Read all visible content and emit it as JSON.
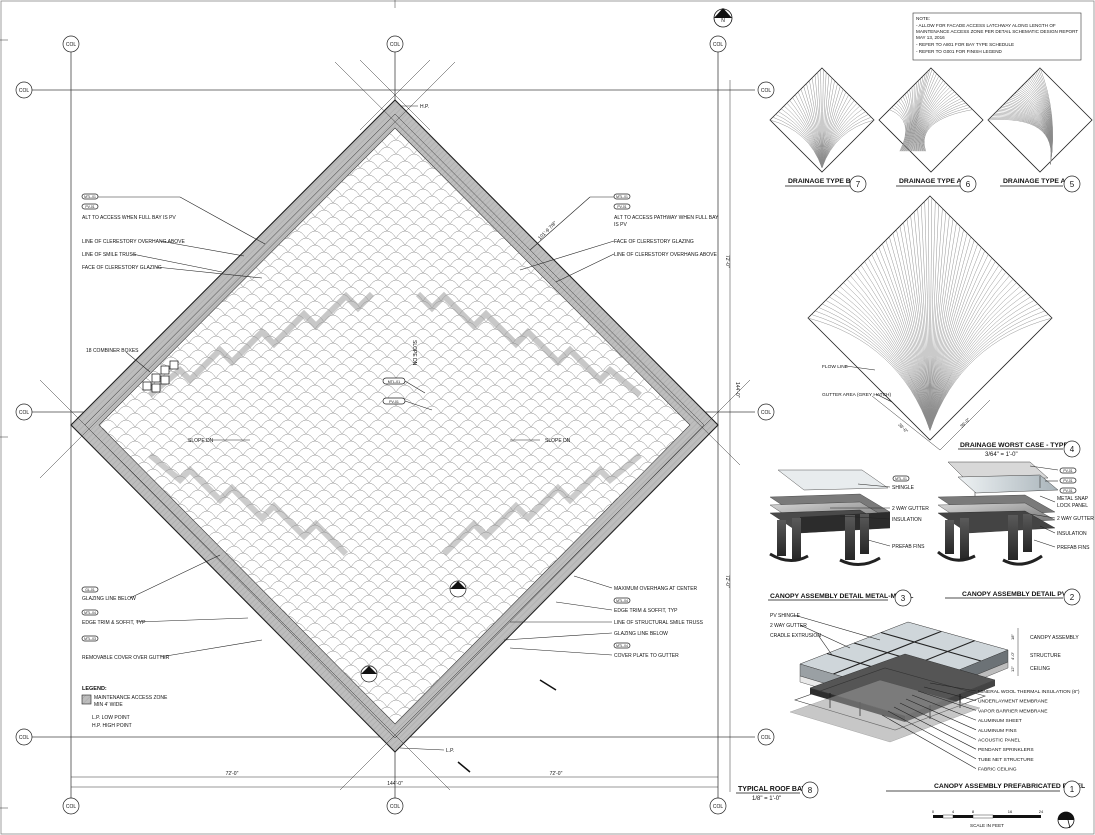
{
  "note": {
    "heading": "NOTE:",
    "lines": [
      "- ALLOW FOR FACADE ACCESS LATCHWAY ALONG LENGTH OF",
      "MAINTENANCE ACCESS ZONE PER DETAIL SCHEMATIC DESIGN REPORT",
      "MAY 13, 2016",
      "- REFER TO A801 FOR BAY TYPE SCHEDULE",
      "- REFER TO G001 FOR FINISH LEGEND"
    ]
  },
  "grid": {
    "col_label": "COL"
  },
  "plan": {
    "hp": "H.P.",
    "lp": "L.P.",
    "slope_left": "SLOPE DN",
    "slope_right": "SLOPE DN",
    "slope_vertical": "SLOPE DN",
    "combiner": "18 COMBINER BOXES",
    "dim_bottom_left": "72'-0\"",
    "dim_bottom_right": "72'-0\"",
    "dim_total": "144'-0\"",
    "dim_right_top": "72'-0\"",
    "dim_right_bottom": "72'-0\"",
    "dim_right_total": "144'-0\"",
    "dim_diag": "101'-9 7/8\"",
    "callouts_left": [
      {
        "tag": "MTL-01",
        "text": "ALT TO ACCESS WHEN FULL BAY IS PV"
      },
      {
        "tag": "PV-01",
        "text": ""
      },
      {
        "tag": "",
        "text": "LINE OF CLERESTORY OVERHANG ABOVE"
      },
      {
        "tag": "",
        "text": "LINE OF SMILE TRUSS"
      },
      {
        "tag": "",
        "text": "FACE OF CLERESTORY GLAZING"
      }
    ],
    "callouts_right": [
      {
        "tag": "MTL-01",
        "text": "ALT TO ACCESS PATHWAY WHEN FULL BAY"
      },
      {
        "tag": "PV-01",
        "text": "IS PV"
      },
      {
        "tag": "",
        "text": "FACE OF CLERESTORY GLAZING"
      },
      {
        "tag": "",
        "text": "LINE OF CLERESTORY OVERHANG ABOVE"
      }
    ],
    "lower_left": [
      {
        "tag": "GL-01",
        "text": "GLAZING LINE BELOW"
      },
      {
        "tag": "MTL-04",
        "text": "EDGE TRIM & SOFFIT, TYP"
      },
      {
        "tag": "MTL-03",
        "text": "REMOVABLE COVER OVER GUTTER"
      }
    ],
    "lower_right": [
      "MAXIMUM OVERHANG AT CENTER",
      "EDGE TRIM & SOFFIT, TYP",
      "LINE OF STRUCTURAL SMILE TRUSS",
      "GLAZING LINE BELOW",
      "COVER PLATE TO GUTTER"
    ],
    "center_tags": [
      "MTL-01",
      "PV-01"
    ]
  },
  "legend": {
    "heading": "LEGEND:",
    "swatch_label_1": "MAINTENANCE ACCESS ZONE",
    "swatch_label_2": "MIN 4' WIDE",
    "lp": "L.P. LOW POINT",
    "hp": "H.P. HIGH POINT"
  },
  "titles": {
    "typical_roof_bay": "TYPICAL ROOF BAY",
    "typical_roof_bay_scale": "1/8\" = 1'-0\"",
    "typical_roof_bay_num": "8",
    "drainage_b1": "DRAINAGE TYPE B1",
    "drainage_b1_num": "7",
    "drainage_a2": "DRAINAGE TYPE A2",
    "drainage_a2_num": "6",
    "drainage_a1": "DRAINAGE TYPE A1",
    "drainage_a1_num": "5",
    "worst_case": "DRAINAGE WORST CASE - TYPE B1",
    "worst_case_scale": "3/64\" = 1'-0\"",
    "worst_case_num": "4",
    "metal_metal": "CANOPY ASSEMBLY DETAIL METAL-METAL",
    "metal_metal_num": "3",
    "pv_pv": "CANOPY ASSEMBLY DETAIL PV-PV",
    "pv_pv_num": "2",
    "prefab": "CANOPY ASSEMBLY PREFABRICATED PANEL",
    "prefab_num": "1"
  },
  "worst_case_labels": {
    "flow": "FLOW LINE",
    "gutter": "GUTTER AREA (GREY HATCH)",
    "dim_left": "36'-0\"",
    "dim_right": "36'-0\""
  },
  "metal_detail": {
    "tag": "MTL-01",
    "labels": [
      "SHINGLE",
      "2 WAY GUTTER",
      "INSULATION",
      "PREFAB FINS"
    ]
  },
  "pv_detail": {
    "tags": [
      "PV-01",
      "PV-01",
      "PV-01"
    ],
    "labels": [
      "METAL SNAP",
      "LOCK PANEL",
      "2 WAY GUTTER",
      "INSULATION",
      "PREFAB FINS"
    ]
  },
  "prefab_detail": {
    "top_labels": [
      "PV SHINGLE",
      "2 WAY GUTTER",
      "CRADLE EXTRUSION"
    ],
    "right_labels": [
      "CANOPY ASSEMBLY",
      "STRUCTURE",
      "CEILING"
    ],
    "dims": [
      "18\"",
      "4'-0\"",
      "12\""
    ],
    "stack": [
      "MINERAL WOOL THERMAL INSULATION (6\")",
      "UNDERLAYMENT MEMBRANE",
      "VAPOR BARRIER MEMBRANE",
      "ALUMINUM SHEET",
      "ALUMINUM FINS",
      "ACOUSTIC PANEL",
      "PENDANT SPRINKLERS",
      "TUBE NET STRUCTURE",
      "FABRIC CEILING"
    ]
  },
  "scale_bar": {
    "ticks": [
      "0",
      "4",
      "8",
      "16",
      "24"
    ],
    "label": "SCALE IN FEET"
  },
  "north_label": "N"
}
